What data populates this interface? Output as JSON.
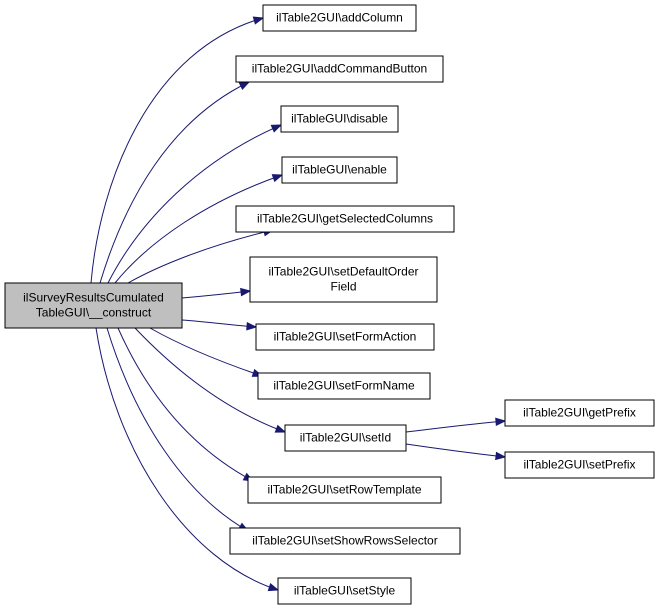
{
  "colors": {
    "root_fill": "#bfbfbf",
    "node_fill": "#ffffff",
    "border": "#000000",
    "edge": "#191970"
  },
  "nodes": [
    {
      "id": "root",
      "lines": [
        "ilSurveyResultsCumulated",
        "TableGUI\\__construct"
      ],
      "root": true
    },
    {
      "id": "addColumn",
      "lines": [
        "ilTable2GUI\\addColumn"
      ]
    },
    {
      "id": "addCommandButton",
      "lines": [
        "ilTable2GUI\\addCommandButton"
      ]
    },
    {
      "id": "disable",
      "lines": [
        "ilTableGUI\\disable"
      ]
    },
    {
      "id": "enable",
      "lines": [
        "ilTableGUI\\enable"
      ]
    },
    {
      "id": "getSelectedColumns",
      "lines": [
        "ilTable2GUI\\getSelectedColumns"
      ]
    },
    {
      "id": "setDefaultOrderField",
      "lines": [
        "ilTable2GUI\\setDefaultOrder",
        "Field"
      ]
    },
    {
      "id": "setFormAction",
      "lines": [
        "ilTable2GUI\\setFormAction"
      ]
    },
    {
      "id": "setFormName",
      "lines": [
        "ilTable2GUI\\setFormName"
      ]
    },
    {
      "id": "setId",
      "lines": [
        "ilTable2GUI\\setId"
      ]
    },
    {
      "id": "setRowTemplate",
      "lines": [
        "ilTable2GUI\\setRowTemplate"
      ]
    },
    {
      "id": "setShowRowsSelector",
      "lines": [
        "ilTable2GUI\\setShowRowsSelector"
      ]
    },
    {
      "id": "setStyle",
      "lines": [
        "ilTableGUI\\setStyle"
      ]
    },
    {
      "id": "getPrefix",
      "lines": [
        "ilTable2GUI\\getPrefix"
      ]
    },
    {
      "id": "setPrefix",
      "lines": [
        "ilTable2GUI\\setPrefix"
      ]
    }
  ],
  "edges": [
    {
      "from": "root",
      "to": "addColumn"
    },
    {
      "from": "root",
      "to": "addCommandButton"
    },
    {
      "from": "root",
      "to": "disable"
    },
    {
      "from": "root",
      "to": "enable"
    },
    {
      "from": "root",
      "to": "getSelectedColumns"
    },
    {
      "from": "root",
      "to": "setDefaultOrderField"
    },
    {
      "from": "root",
      "to": "setFormAction"
    },
    {
      "from": "root",
      "to": "setFormName"
    },
    {
      "from": "root",
      "to": "setId"
    },
    {
      "from": "root",
      "to": "setRowTemplate"
    },
    {
      "from": "root",
      "to": "setShowRowsSelector"
    },
    {
      "from": "root",
      "to": "setStyle"
    },
    {
      "from": "setId",
      "to": "getPrefix"
    },
    {
      "from": "setId",
      "to": "setPrefix"
    }
  ]
}
